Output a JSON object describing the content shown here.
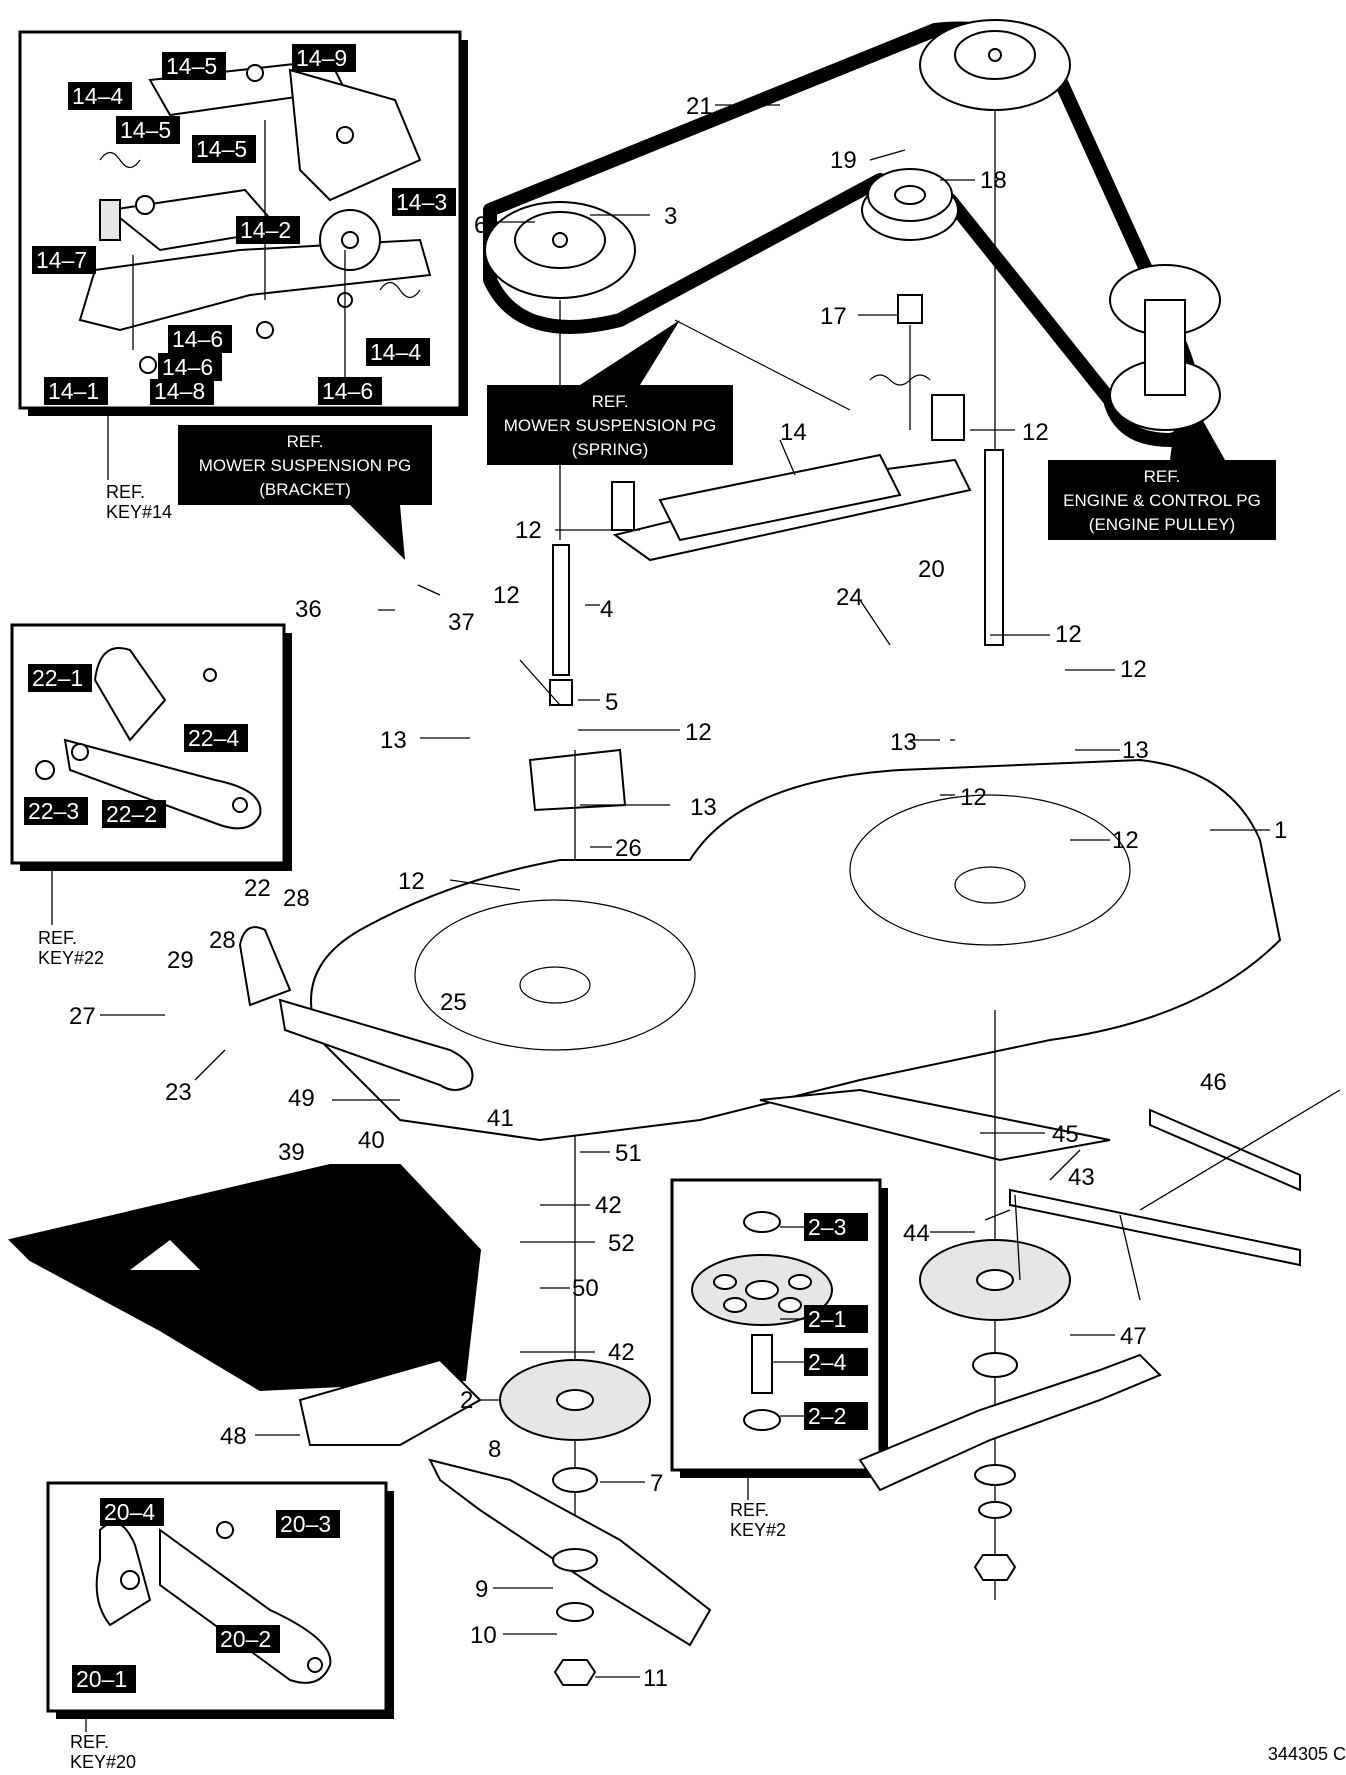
{
  "diagram": {
    "drawing_number": "344305 C",
    "insets": [
      {
        "id": "key14",
        "ref_lines": [
          "REF.",
          "KEY#14"
        ],
        "tags": [
          "14–4",
          "14–5",
          "14–9",
          "14–5",
          "14–5",
          "14–3",
          "14–2",
          "14–7",
          "14–6",
          "14–4",
          "14–6",
          "14–1",
          "14–8",
          "14–6"
        ]
      },
      {
        "id": "key22",
        "ref_lines": [
          "REF.",
          "KEY#22"
        ],
        "tags": [
          "22–1",
          "22–4",
          "22–3",
          "22–2"
        ]
      },
      {
        "id": "key2",
        "ref_lines": [
          "REF.",
          "KEY#2"
        ],
        "tags": [
          "2–3",
          "2–1",
          "2–4",
          "2–2"
        ]
      },
      {
        "id": "key20",
        "ref_lines": [
          "REF.",
          "KEY#20"
        ],
        "tags": [
          "20–4",
          "20–3",
          "20–1",
          "20–2"
        ]
      }
    ],
    "callouts": [
      {
        "id": "susp_spring",
        "lines": [
          "REF.",
          "MOWER SUSPENSION PG",
          "(SPRING)"
        ]
      },
      {
        "id": "susp_bracket",
        "lines": [
          "REF.",
          "MOWER SUSPENSION PG",
          "(BRACKET)"
        ]
      },
      {
        "id": "engine_pulley",
        "lines": [
          "REF.",
          "ENGINE & CONTROL PG",
          "(ENGINE PULLEY)"
        ]
      }
    ],
    "part_labels": [
      "21",
      "19",
      "18",
      "6",
      "3",
      "17",
      "14",
      "12",
      "12",
      "4",
      "36",
      "37",
      "12",
      "5",
      "12",
      "13",
      "13",
      "20",
      "24",
      "12",
      "12",
      "13",
      "13",
      "12",
      "12",
      "1",
      "26",
      "12",
      "22",
      "28",
      "28",
      "29",
      "27",
      "25",
      "23",
      "49",
      "40",
      "41",
      "39",
      "51",
      "42",
      "52",
      "50",
      "42",
      "2",
      "48",
      "8",
      "7",
      "9",
      "10",
      "11",
      "45",
      "46",
      "43",
      "44",
      "47"
    ]
  }
}
